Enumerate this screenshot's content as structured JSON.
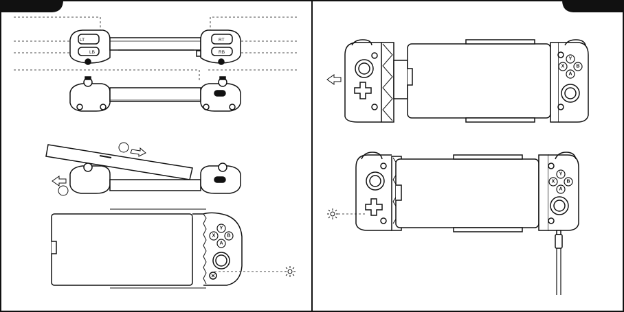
{
  "tabs": {
    "left": "",
    "right": ""
  },
  "top_view_labels": {
    "lt": "LT",
    "lb": "LB",
    "rt": "RT",
    "rb": "RB"
  },
  "face_buttons": {
    "y": "Y",
    "x": "X",
    "b": "B",
    "a": "A"
  },
  "step_markers": {
    "one": "",
    "two": ""
  },
  "footer_text": ""
}
